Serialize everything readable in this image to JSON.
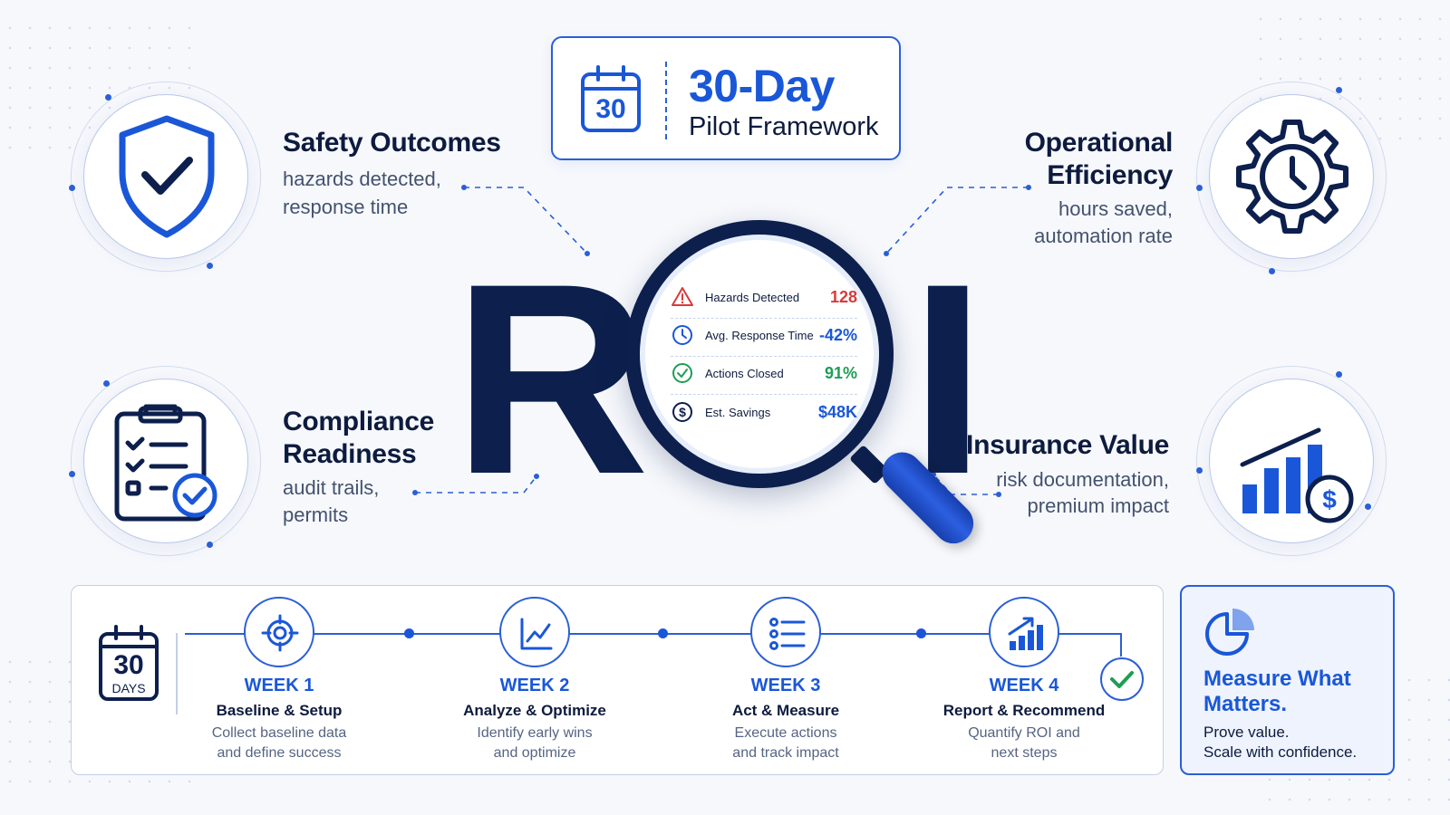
{
  "title": {
    "main": "30-Day",
    "sub": "Pilot Framework",
    "calendar_number": "30"
  },
  "roi": {
    "letter_r": "R",
    "letter_i": "I"
  },
  "features": {
    "safety": {
      "title": "Safety Outcomes",
      "desc_line1": "hazards detected,",
      "desc_line2": "response time",
      "icon": "shield-check-icon"
    },
    "operational": {
      "title_line1": "Operational",
      "title_line2": "Efficiency",
      "desc_line1": "hours saved,",
      "desc_line2": "automation rate",
      "icon": "gear-clock-icon"
    },
    "compliance": {
      "title_line1": "Compliance",
      "title_line2": "Readiness",
      "desc_line1": "audit trails,",
      "desc_line2": "permits",
      "icon": "clipboard-check-icon"
    },
    "insurance": {
      "title": "Insurance Value",
      "desc_line1": "risk documentation,",
      "desc_line2": "premium impact",
      "icon": "bar-chart-dollar-icon"
    }
  },
  "metrics": [
    {
      "label": "Hazards Detected",
      "value": "128",
      "color": "#d93a3a",
      "icon": "warning-icon"
    },
    {
      "label": "Avg. Response Time",
      "value": "-42%",
      "color": "#1a57d8",
      "icon": "clock-icon"
    },
    {
      "label": "Actions Closed",
      "value": "91%",
      "color": "#1f9d55",
      "icon": "check-circle-icon"
    },
    {
      "label": "Est. Savings",
      "value": "$48K",
      "color": "#1a57d8",
      "icon": "dollar-circle-icon"
    }
  ],
  "timeline": {
    "calendar_number": "30",
    "calendar_label": "DAYS",
    "weeks": [
      {
        "title": "WEEK 1",
        "subtitle": "Baseline & Setup",
        "desc_line1": "Collect baseline data",
        "desc_line2": "and define success",
        "icon": "target-icon"
      },
      {
        "title": "WEEK 2",
        "subtitle": "Analyze & Optimize",
        "desc_line1": "Identify early wins",
        "desc_line2": "and optimize",
        "icon": "line-chart-icon"
      },
      {
        "title": "WEEK 3",
        "subtitle": "Act & Measure",
        "desc_line1": "Execute actions",
        "desc_line2": "and track impact",
        "icon": "checklist-icon"
      },
      {
        "title": "WEEK 4",
        "subtitle": "Report & Recommend",
        "desc_line1": "Quantify ROI and",
        "desc_line2": "next steps",
        "icon": "growth-chart-icon"
      }
    ]
  },
  "measure": {
    "title": "Measure What Matters.",
    "desc_line1": "Prove value.",
    "desc_line2": "Scale with confidence.",
    "icon": "pie-chart-icon"
  },
  "colors": {
    "accent": "#1a57d8",
    "navy": "#0c1f4d",
    "success": "#1f9d55",
    "danger": "#d93a3a"
  }
}
